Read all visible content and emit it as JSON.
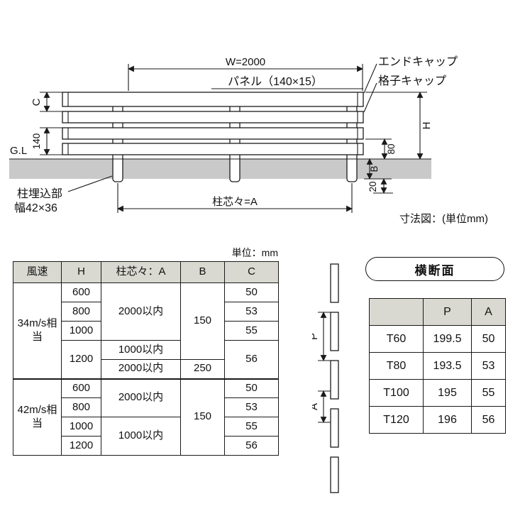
{
  "drawing": {
    "w_dim": "W=2000",
    "panel_label": "パネル（140×15）",
    "end_cap": "エンドキャップ",
    "grid_cap": "格子キャップ",
    "dim_c": "C",
    "dim_140": "140",
    "gl": "G.L",
    "dim_h": "H",
    "dim_80": "80",
    "dim_b": "B",
    "dim_20": "20",
    "post_embed_line1": "柱埋込部",
    "post_embed_line2": "幅42×36",
    "post_pitch": "柱芯々=A",
    "caption": "寸法図：(単位mm)"
  },
  "unit_note": "単位：mm",
  "spec_table": {
    "headers": [
      "風速",
      "H",
      "柱芯々：A",
      "B",
      "C"
    ],
    "groups": [
      {
        "wind": "34m/s相当",
        "h": [
          "600",
          "800",
          "1000",
          "1200"
        ],
        "a": [
          "2000以内",
          "1000以内",
          "2000以内"
        ],
        "b": [
          "150",
          "250"
        ],
        "c": [
          "50",
          "53",
          "55",
          "56"
        ]
      },
      {
        "wind": "42m/s相当",
        "h": [
          "600",
          "800",
          "1000",
          "1200"
        ],
        "a": [
          "2000以内",
          "1000以内"
        ],
        "b": [
          "150"
        ],
        "c": [
          "50",
          "53",
          "55",
          "56"
        ]
      }
    ]
  },
  "cross_section": {
    "title": "横断面",
    "dim_p": "P",
    "dim_a": "A"
  },
  "size_table": {
    "headers": [
      "",
      "P",
      "A"
    ],
    "rows": [
      {
        "model": "T60",
        "p": "199.5",
        "a": "50"
      },
      {
        "model": "T80",
        "p": "193.5",
        "a": "53"
      },
      {
        "model": "T100",
        "p": "195",
        "a": "55"
      },
      {
        "model": "T120",
        "p": "196",
        "a": "56"
      }
    ]
  },
  "colors": {
    "ground": "#c9c9c9",
    "table_header_bg": "#d9d9d2",
    "line": "#1a1a1a"
  }
}
